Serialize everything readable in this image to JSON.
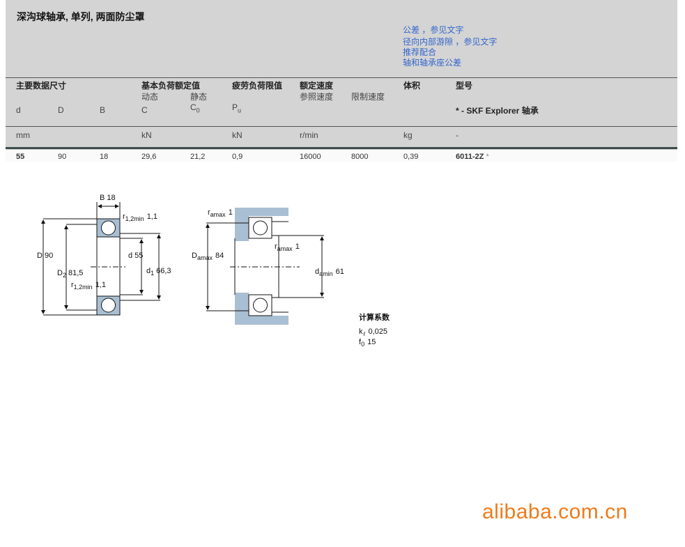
{
  "title": "深沟球轴承, 单列, 两面防尘罩",
  "links": [
    "公差 ，参见文字",
    "径向内部游隙 ，参见文字",
    "推荐配合",
    "轴和轴承座公差"
  ],
  "table": {
    "group_headers": {
      "main_dims": "主要数据尺寸",
      "load_ratings": "基本负荷额定值",
      "fatigue": "疲劳负荷限值",
      "speeds": "额定速度",
      "mass": "体积",
      "designation": "型号"
    },
    "sub_headers": {
      "dynamic": "动态",
      "static": "静态",
      "reference": "参照速度",
      "limiting": "限制速度"
    },
    "symbols": {
      "d": "d",
      "D": "D",
      "B": "B",
      "C": "C",
      "C0": "C",
      "C0_sub": "0",
      "Pu": "P",
      "Pu_sub": "u",
      "explorer": "* - SKF Explorer 轴承"
    },
    "units": {
      "mm": "mm",
      "kN1": "kN",
      "kN2": "kN",
      "rmin": "r/min",
      "kg": "kg",
      "dash": "-"
    },
    "row": {
      "d": "55",
      "D": "90",
      "B": "18",
      "C": "29,6",
      "C0": "21,2",
      "Pu": "0,9",
      "ref_speed": "16000",
      "lim_speed": "8000",
      "mass": "0,39",
      "designation": "6011-2Z",
      "star": "*"
    }
  },
  "drawing": {
    "B": "B 18",
    "r12_top": "r",
    "r12_top_sub": "1,2min",
    "r12_top_val": "1,1",
    "D": "D 90",
    "D2": "D",
    "D2_sub": "2",
    "D2_val": "81,5",
    "d": "d 55",
    "d1": "d",
    "d1_sub": "1",
    "d1_val": "66,3",
    "r12_bot": "r",
    "r12_bot_sub": "1,2min",
    "r12_bot_val": "1,1",
    "ra_top": "r",
    "ra_top_sub": "amax",
    "ra_top_val": "1",
    "Da": "D",
    "Da_sub": "amax",
    "Da_val": "84",
    "ra_mid": "r",
    "ra_mid_sub": "amax",
    "ra_mid_val": "1",
    "da": "d",
    "da_sub": "amin",
    "da_val": "61"
  },
  "calc": {
    "title": "计算系数",
    "kr": "k",
    "kr_sub": "r",
    "kr_val": "0,025",
    "f0": "f",
    "f0_sub": "0",
    "f0_val": "15"
  },
  "watermark": "alibaba.com.cn"
}
